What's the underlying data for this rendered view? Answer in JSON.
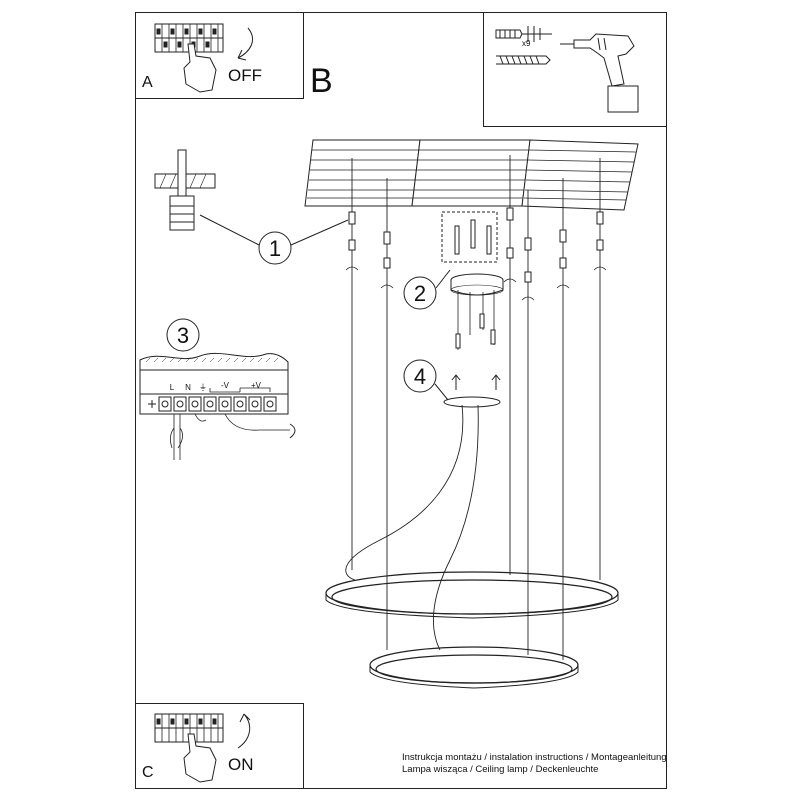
{
  "panels": {
    "a": {
      "letter": "A",
      "action": "OFF"
    },
    "b": {
      "letter": "B"
    },
    "c": {
      "letter": "C",
      "action": "ON"
    }
  },
  "tools": {
    "anchor_count": "x9"
  },
  "callouts": [
    "1",
    "2",
    "3",
    "4"
  ],
  "terminal_block": {
    "labels": [
      "L",
      "N",
      "⏚",
      "-V",
      "+V"
    ]
  },
  "footer": {
    "line1": "Instrukcja montażu / instalation instructions / Montageanleitung",
    "line2": "Lampa wisząca / Ceiling lamp / Deckenleuchte"
  },
  "icons": [
    "breaker-panel-icon",
    "hand-icon",
    "curved-arrow-icon",
    "wall-plug-icon",
    "screw-icon",
    "drill-icon",
    "ceiling-plate-icon",
    "ring-lamp-icon"
  ]
}
